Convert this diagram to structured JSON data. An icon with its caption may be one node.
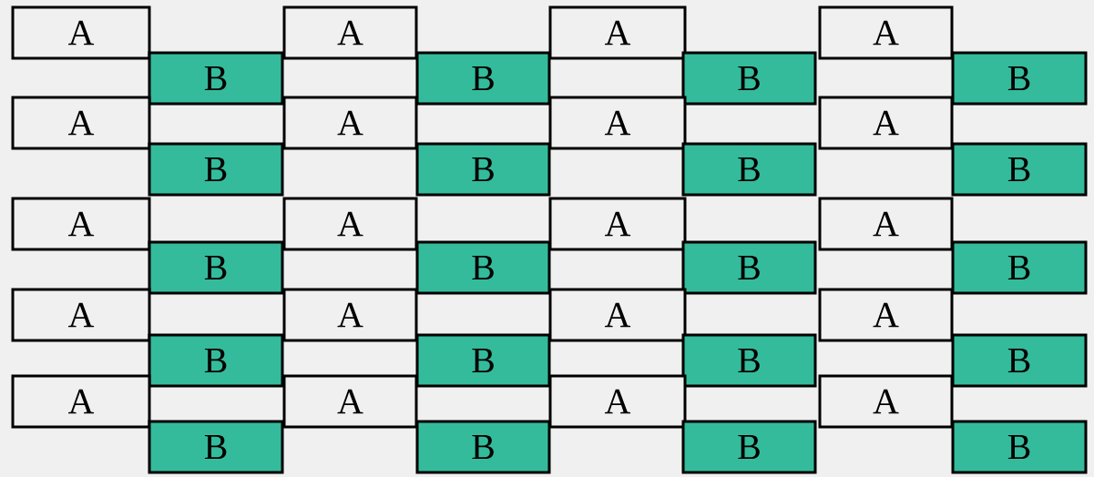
{
  "diagram": {
    "nodes": [
      {
        "text": [
          "A"
        ]
      },
      {
        "text": [
          "B"
        ]
      },
      {
        "text": [
          "A"
        ]
      },
      {
        "text": [
          "B"
        ]
      },
      {
        "text": [
          "A"
        ]
      },
      {
        "text": [
          "B"
        ]
      },
      {
        "text": [
          "A"
        ]
      },
      {
        "text": [
          "B"
        ]
      },
      {
        "text": [
          "A"
        ]
      },
      {
        "text": [
          "B"
        ]
      },
      {
        "text": [
          "A"
        ]
      },
      {
        "text": [
          "B"
        ]
      },
      {
        "text": [
          "A"
        ]
      },
      {
        "text": [
          "B"
        ]
      },
      {
        "text": [
          "A"
        ]
      },
      {
        "text": [
          "B"
        ]
      },
      {
        "text": [
          "A"
        ]
      },
      {
        "text": [
          "B"
        ]
      },
      {
        "text": [
          "A"
        ]
      },
      {
        "text": [
          "B"
        ]
      },
      {
        "text": [
          "A"
        ]
      },
      {
        "text": [
          "B"
        ]
      },
      {
        "text": [
          "A"
        ]
      },
      {
        "text": [
          "B"
        ]
      },
      {
        "text": [
          "A"
        ]
      },
      {
        "text": [
          "B"
        ]
      },
      {
        "text": [
          "A"
        ]
      },
      {
        "text": [
          "B"
        ]
      },
      {
        "text": [
          "A"
        ]
      },
      {
        "text": [
          "B"
        ]
      },
      {
        "text": [
          "A"
        ]
      },
      {
        "text": [
          "B"
        ]
      },
      {
        "text": [
          "A"
        ]
      },
      {
        "text": [
          "B"
        ]
      },
      {
        "text": [
          "A"
        ]
      },
      {
        "text": [
          "B"
        ]
      },
      {
        "text": [
          "A"
        ]
      },
      {
        "text": [
          "B"
        ]
      },
      {
        "text": [
          "A"
        ]
      },
      {
        "text": [
          "B"
        ]
      }
    ]
  }
}
